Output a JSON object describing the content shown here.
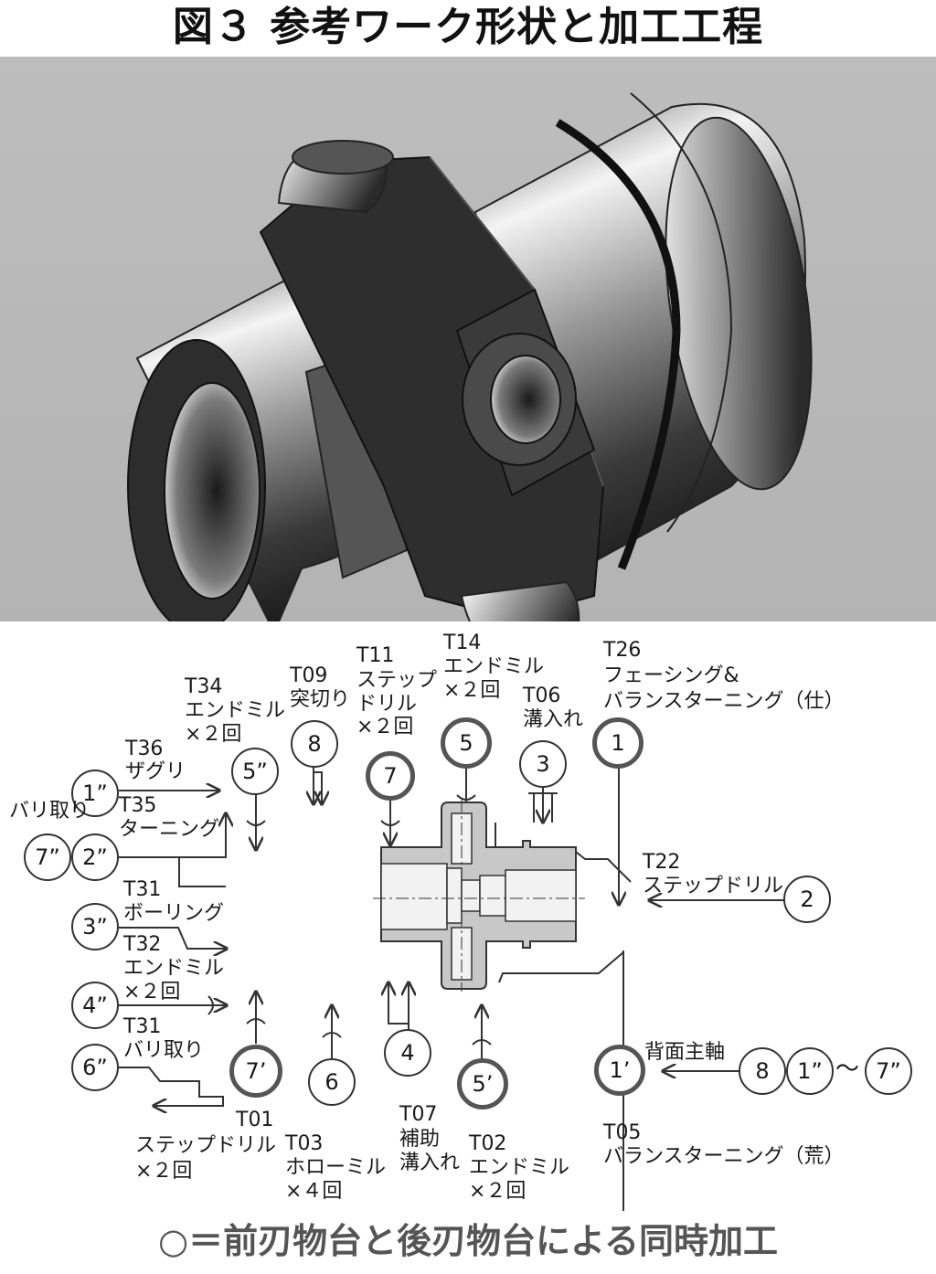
{
  "figure": {
    "title": "図３ 参考ワーク形状と加工工程",
    "caption": "○＝前刃物台と後刃物台による同時加工",
    "photo_alt": "workpiece-3d-render"
  },
  "tools": {
    "t36": {
      "code": "T36",
      "name": "ザグリ",
      "step": "1”"
    },
    "t34": {
      "code": "T34",
      "name": "エンドミル",
      "count": "×２回",
      "step": "5”"
    },
    "t09": {
      "code": "T09",
      "name": "突切り",
      "step": "8"
    },
    "t11": {
      "code": "T11",
      "name": "ステップ\nドリル",
      "count": "×２回",
      "step": "7"
    },
    "t14": {
      "code": "T14",
      "name": "エンドミル",
      "count": "×２回",
      "step": "5"
    },
    "t06": {
      "code": "T06",
      "name": "溝入れ",
      "step": "3"
    },
    "t26": {
      "code": "T26",
      "name": "フェーシング&\nバランスターニング（仕）",
      "step": "1"
    },
    "t35": {
      "code": "T35",
      "name": "ターニング",
      "step": "2”",
      "extra_step": "7”",
      "extra_label": "バリ取り"
    },
    "t22": {
      "code": "T22",
      "name": "ステップドリル",
      "step": "2"
    },
    "t31a": {
      "code": "T31",
      "name": "ボーリング",
      "step": "3”"
    },
    "t32": {
      "code": "T32",
      "name": "エンドミル",
      "count": "×２回",
      "step": "4”"
    },
    "t31b": {
      "code": "T31",
      "name": "バリ取り",
      "step": "6”"
    },
    "t01": {
      "code": "T01",
      "name": "ステップドリル",
      "count": "×２回",
      "step": "7’"
    },
    "t03": {
      "code": "T03",
      "name": "ホローミル",
      "count": "×４回",
      "step": "6"
    },
    "t07": {
      "code": "T07",
      "name": "補助\n溝入れ",
      "step": "4"
    },
    "t02": {
      "code": "T02",
      "name": "エンドミル",
      "count": "×２回",
      "step": "5’"
    },
    "t05": {
      "code": "T05",
      "name": "バランスターニング（荒）",
      "step": "1’"
    }
  },
  "back_spindle": {
    "label": "背面主軸",
    "sequence": [
      "8",
      "1”",
      "7”"
    ],
    "range_symbol": "〜"
  },
  "colors": {
    "simultaneous_circle": "#555555",
    "normal_circle": "#333333",
    "section_fill": "#c8c8c8",
    "bore_fill": "#f2f2f2",
    "caption": "#555555"
  }
}
